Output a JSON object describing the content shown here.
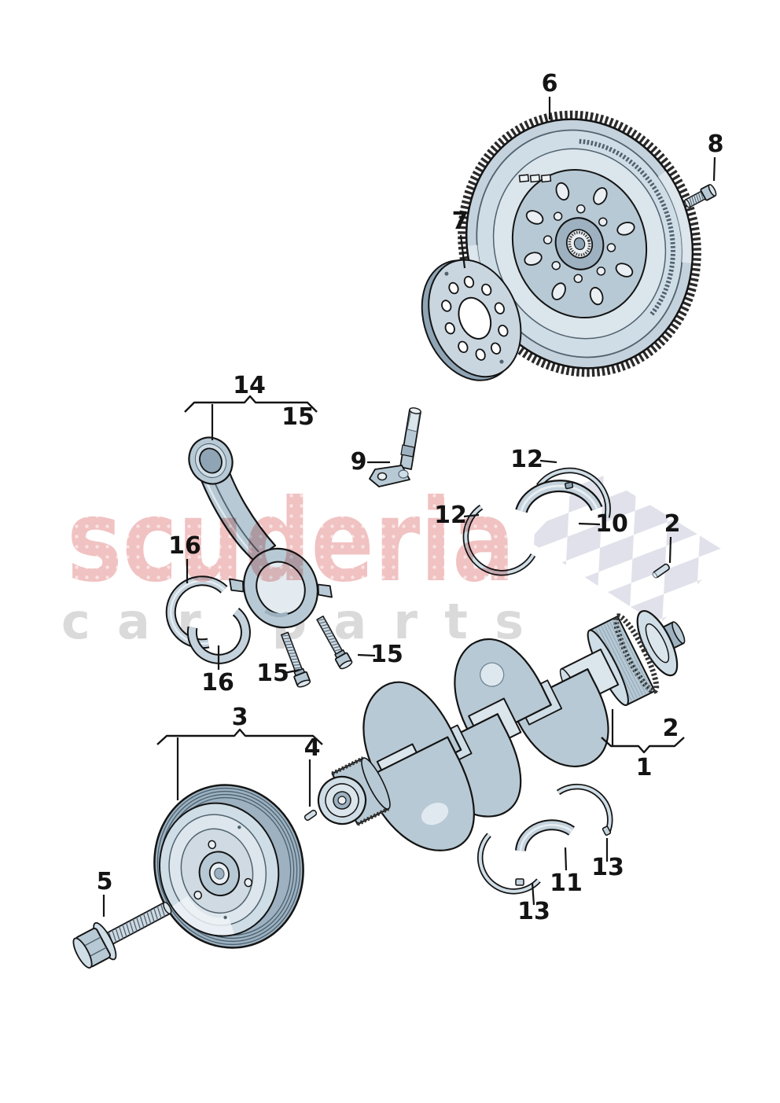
{
  "diagram": {
    "type": "exploded-parts-diagram",
    "subject": "engine crankshaft, bearings, flywheel and pulley",
    "background": "#ffffff",
    "line_color": "#141414",
    "part_fill_light": "#cfdde6",
    "part_fill_mid": "#b7c9d4",
    "part_fill_dark": "#8fa5b5"
  },
  "watermark": {
    "brand": "scuderia",
    "subtitle": "car parts",
    "brand_color": "#e89c9c",
    "subtitle_color": "#d6d6d6",
    "checker_color": "#e0e1ea"
  },
  "callouts": {
    "c1": "1",
    "c2_top": "2",
    "c2_bottom": "2",
    "c3": "3",
    "c4": "4",
    "c5": "5",
    "c6": "6",
    "c7": "7",
    "c8": "8",
    "c9": "9",
    "c10": "10",
    "c11": "11",
    "c12_left": "12",
    "c12_top": "12",
    "c13_left": "13",
    "c13_right": "13",
    "c14": "14",
    "c15_bracket": "15",
    "c15_left": "15",
    "c15_right": "15",
    "c16_top": "16",
    "c16_bottom": "16"
  }
}
